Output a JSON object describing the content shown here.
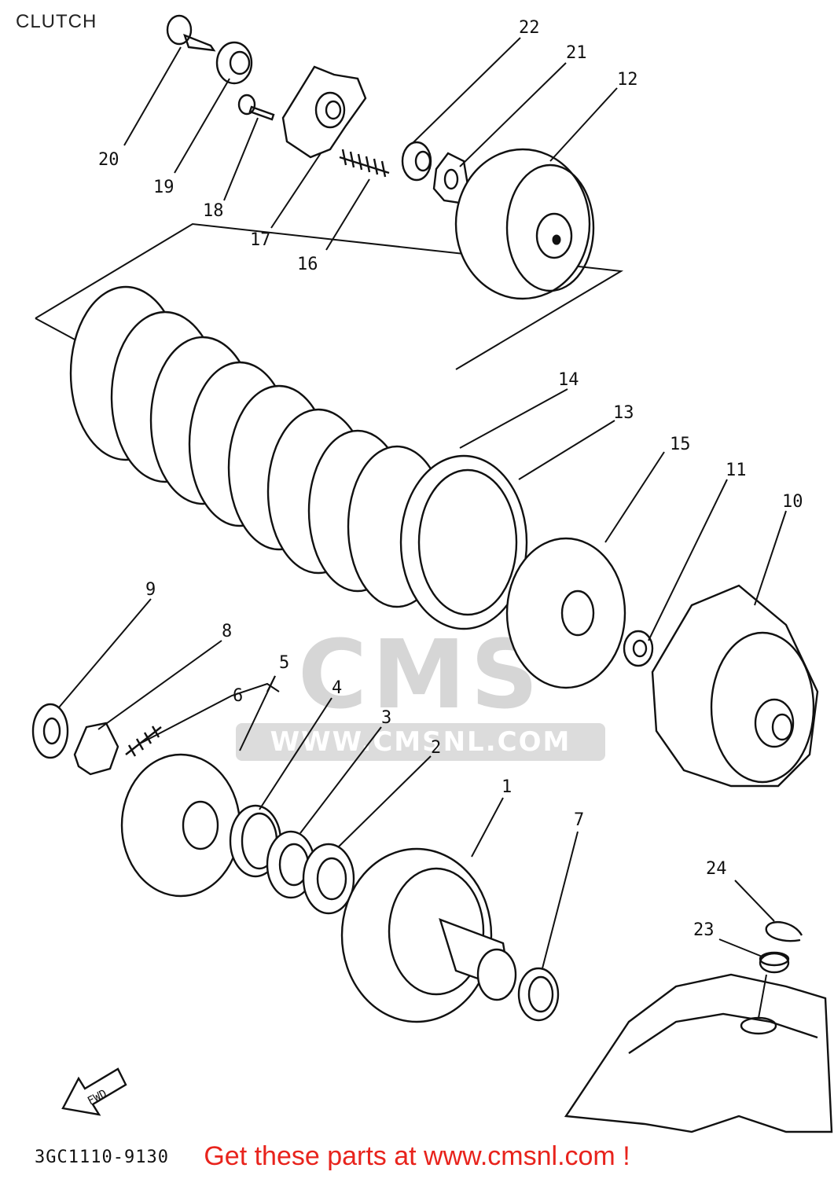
{
  "title": "CLUTCH",
  "diagram_code": "3GC1110-9130",
  "footer_text": "Get these parts at www.cmsnl.com !",
  "watermark": {
    "logo": "CMS",
    "url": "WWW.CMSNL.COM"
  },
  "fwd_label": "FWD",
  "part_labels": [
    "1",
    "2",
    "3",
    "4",
    "5",
    "6",
    "7",
    "8",
    "9",
    "10",
    "11",
    "12",
    "13",
    "14",
    "15",
    "16",
    "17",
    "18",
    "19",
    "20",
    "21",
    "22",
    "23",
    "24"
  ],
  "colors": {
    "line": "#111111",
    "footer": "#e8231c",
    "watermark": "#d6d6d6"
  }
}
